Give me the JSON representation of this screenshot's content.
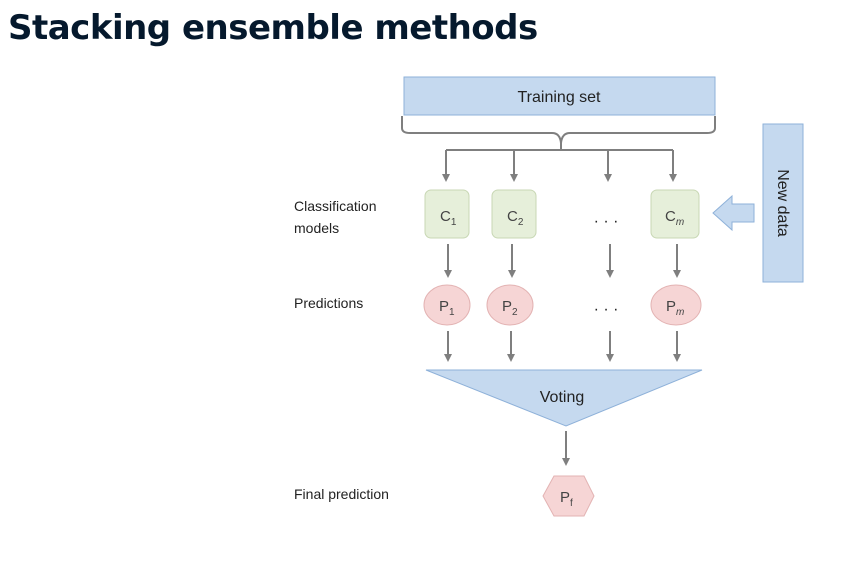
{
  "title": "Stacking ensemble methods",
  "diagram": {
    "training_set": "Training set",
    "new_data": "New data",
    "voting": "Voting",
    "ellipsis": "· · ·",
    "row_labels": {
      "classification_line1": "Classification",
      "classification_line2": "models",
      "predictions": "Predictions",
      "final": "Final prediction"
    },
    "classifiers": [
      {
        "base": "C",
        "sub": "1"
      },
      {
        "base": "C",
        "sub": "2"
      },
      {
        "base": "C",
        "sub": "m"
      }
    ],
    "predictions": [
      {
        "base": "P",
        "sub": "1"
      },
      {
        "base": "P",
        "sub": "2"
      },
      {
        "base": "P",
        "sub": "m"
      }
    ],
    "final": {
      "base": "P",
      "sub": "f"
    },
    "colors": {
      "blue_fill": "#c5d9ef",
      "blue_stroke": "#8eb1d9",
      "green_fill": "#e6efda",
      "green_stroke": "#c8d7b4",
      "pink_fill": "#f6d5d5",
      "pink_stroke": "#e3b3b3",
      "arrow": "#7f7f7f"
    }
  }
}
